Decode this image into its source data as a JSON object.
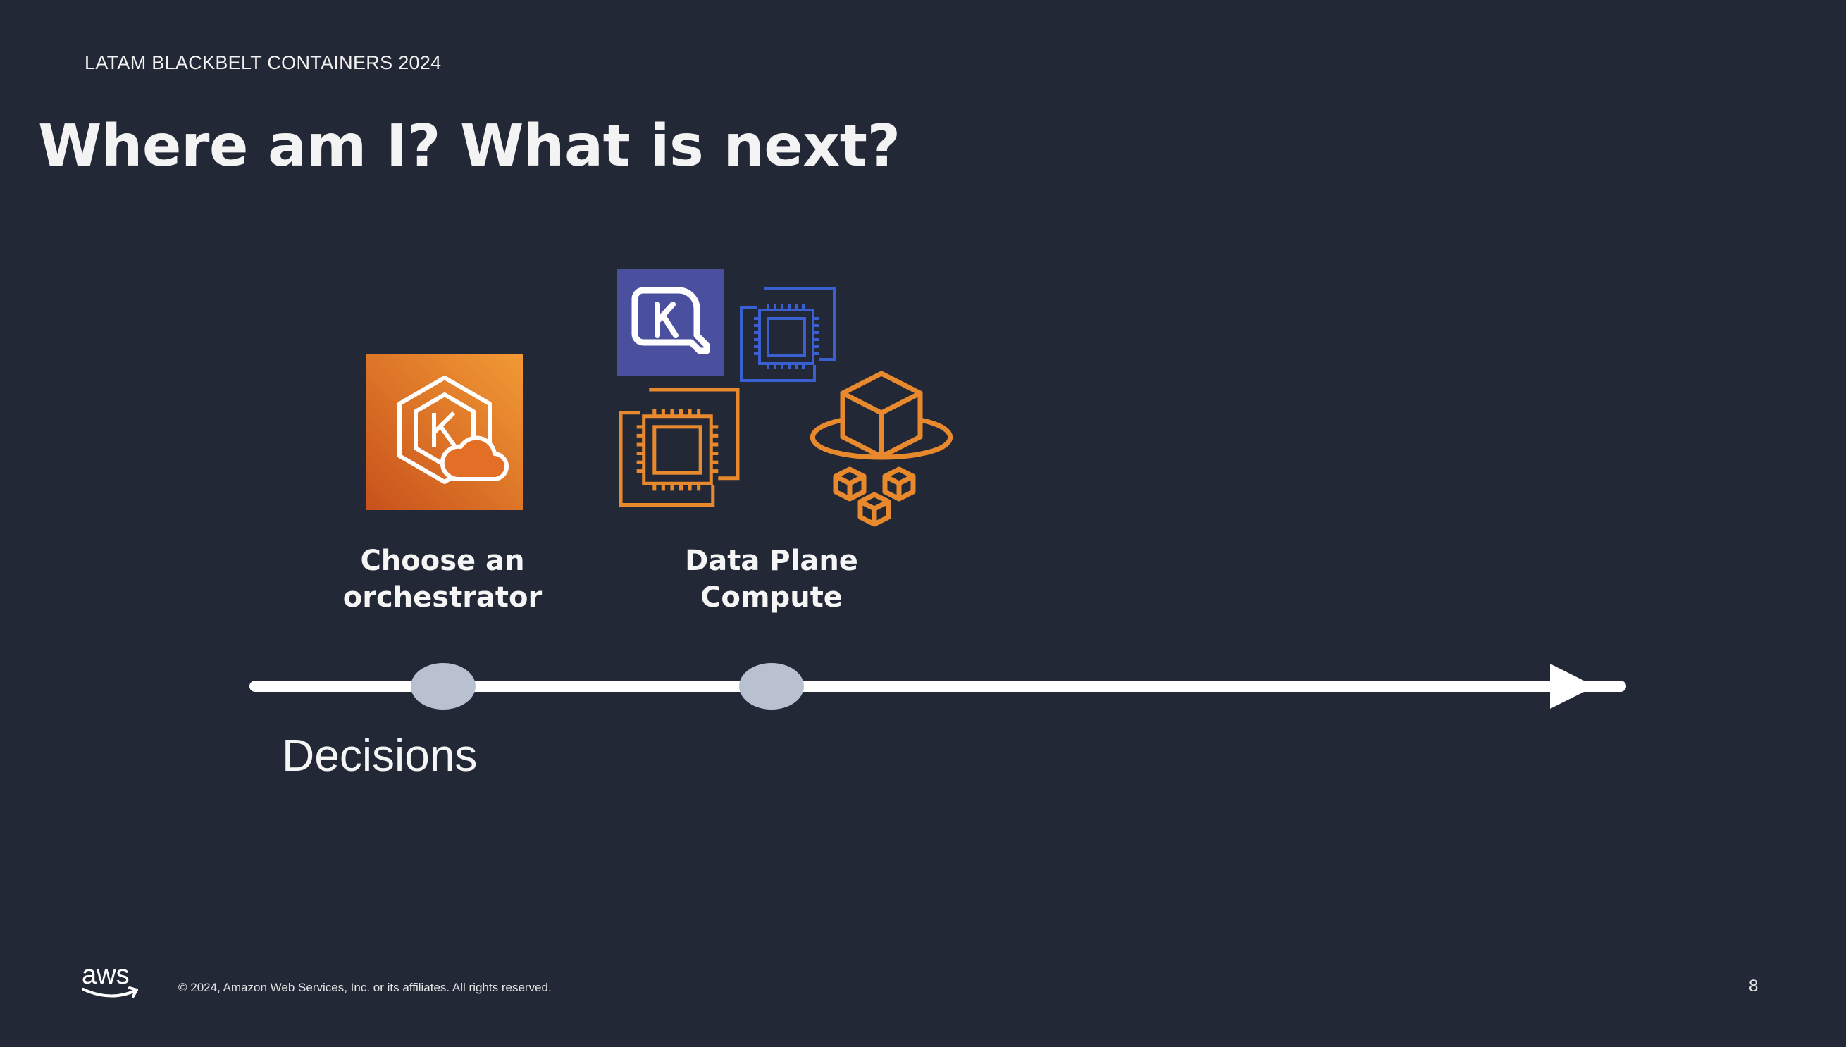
{
  "slide": {
    "event_label": "LATAM BLACKBELT CONTAINERS 2024",
    "title": "Where am I? What is next?",
    "steps": [
      {
        "caption_line1": "Choose an",
        "caption_line2": "orchestrator",
        "icon": "eks-icon"
      },
      {
        "caption_line1": "Data Plane",
        "caption_line2": "Compute",
        "icons": [
          "karpenter-icon",
          "ec2-instance-icon",
          "ec2-instance-icon",
          "fargate-icon"
        ]
      }
    ],
    "timeline_label": "Decisions",
    "page_number": "8"
  },
  "footer": {
    "logo_text": "aws",
    "copyright": "© 2024, Amazon Web Services, Inc. or its affiliates. All rights reserved."
  },
  "colors": {
    "background": "#232837",
    "eks_gradient_start": "#c8511b",
    "eks_gradient_end": "#f29a35",
    "karpenter_bg": "#4a4f9e",
    "ec2_blue": "#3a5fd0",
    "compute_orange": "#e8892d",
    "timeline": "#ffffff",
    "timeline_node": "#b9c0cf"
  }
}
